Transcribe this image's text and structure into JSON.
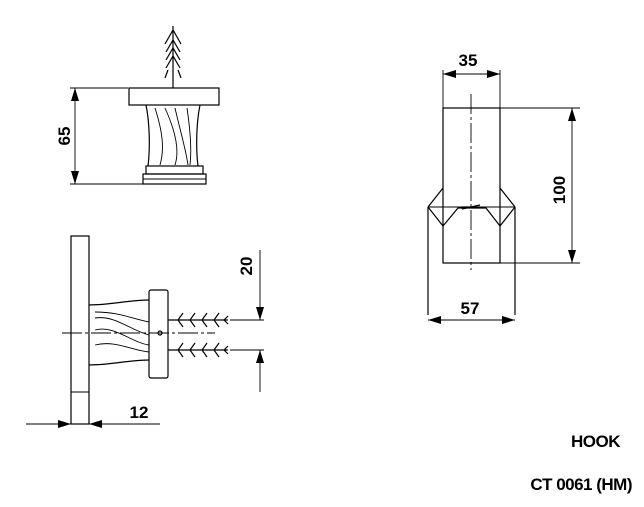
{
  "dimensions": {
    "top_height": "65",
    "wall_spacing": "20",
    "base_thickness": "12",
    "width": "35",
    "height": "100",
    "depth": "57"
  },
  "title": {
    "name": "HOOK",
    "code": "CT 0061 (HM)"
  }
}
